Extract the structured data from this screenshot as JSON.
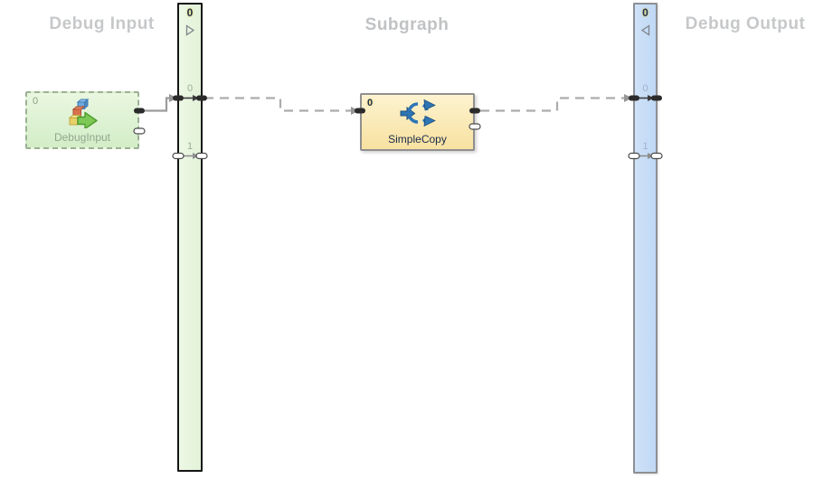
{
  "headers": {
    "left": "Debug Input",
    "center": "Subgraph",
    "right": "Debug Output"
  },
  "input_bar": {
    "index": "0",
    "direction_icon": "triangle-right-icon",
    "ports": [
      {
        "label": "0",
        "connected": true
      },
      {
        "label": "1",
        "connected": false
      }
    ]
  },
  "output_bar": {
    "index": "0",
    "direction_icon": "triangle-left-icon",
    "ports": [
      {
        "label": "0",
        "connected": true
      },
      {
        "label": "1",
        "connected": false
      }
    ]
  },
  "nodes": {
    "debug_input": {
      "index": "0",
      "label": "DebugInput",
      "icon": "modules-export-icon"
    },
    "simple_copy": {
      "index": "0",
      "label": "SimpleCopy",
      "icon": "copy-distribute-icon"
    }
  },
  "connections": [
    {
      "from": "DebugInput.out0",
      "to": "InputBar.port0",
      "style": "solid"
    },
    {
      "from": "InputBar.port0",
      "to": "SimpleCopy.in0",
      "style": "dashed"
    },
    {
      "from": "SimpleCopy.out0",
      "to": "OutputBar.port0",
      "style": "dashed"
    }
  ],
  "colors": {
    "header_gray": "#C6C8CA",
    "input_bar_fill": "#E7F5DE",
    "input_bar_border": "#151515",
    "output_bar_fill": "#C6DCF6",
    "output_bar_border": "#8D9094",
    "debug_input_fill": "#DFF2D4",
    "debug_input_border": "#9CB194",
    "simple_copy_fill": "#FAEABB",
    "simple_copy_border": "#8F8F8F",
    "wire_gray": "#ABABAB",
    "index_navy": "#1C2F55",
    "index_halo_yellow": "#E8CE42"
  }
}
